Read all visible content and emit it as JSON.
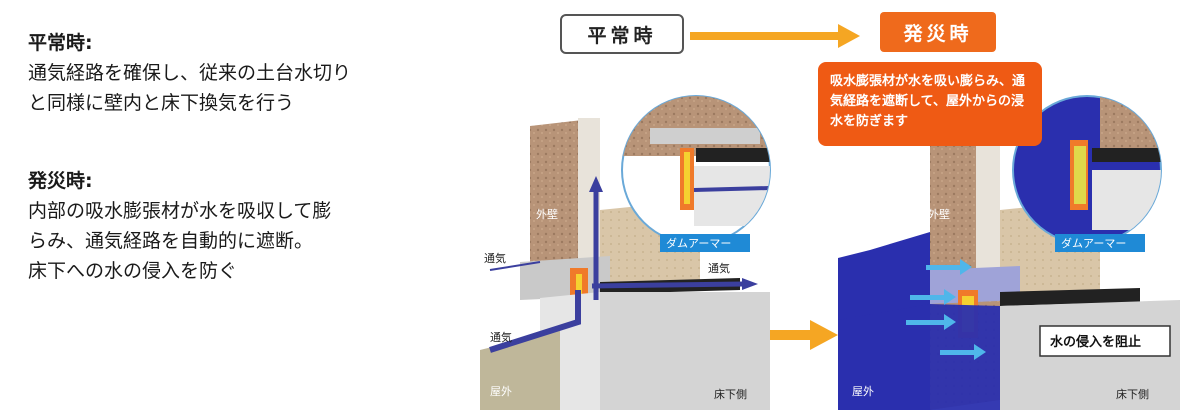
{
  "left_text": {
    "normal_heading": "平常時:",
    "normal_lines": [
      "通気経路を確保し、従来の土台水切り",
      "と同様に壁内と床下換気を行う"
    ],
    "disaster_heading": "発災時:",
    "disaster_lines": [
      "内部の吸水膨張材が水を吸収して膨",
      "らみ、通気経路を自動的に遮断。",
      "床下への水の侵入を防ぐ"
    ]
  },
  "labels": {
    "normal": "平常時",
    "disaster": "発災時",
    "callout": "吸水膨張材が水を吸い膨らみ、通気経路を遮断して、屋外からの浸水を防ぎます"
  },
  "left_diagram": {
    "outer_wall": "外壁",
    "product": "ダムアーマー",
    "air_top": "通気",
    "air_right": "通気",
    "air_bottom": "通気",
    "outdoor": "屋外",
    "underfloor": "床下側"
  },
  "right_diagram": {
    "outer_wall": "外壁",
    "product": "ダムアーマー",
    "block_label": "水の侵入を阻止",
    "outdoor": "屋外",
    "underfloor": "床下側"
  },
  "colors": {
    "orange": "#ef6a1c",
    "arrow": "#f5a623",
    "water": "#2a2fae",
    "air": "#3b3f9e",
    "label_blue": "#1f8ad6"
  }
}
